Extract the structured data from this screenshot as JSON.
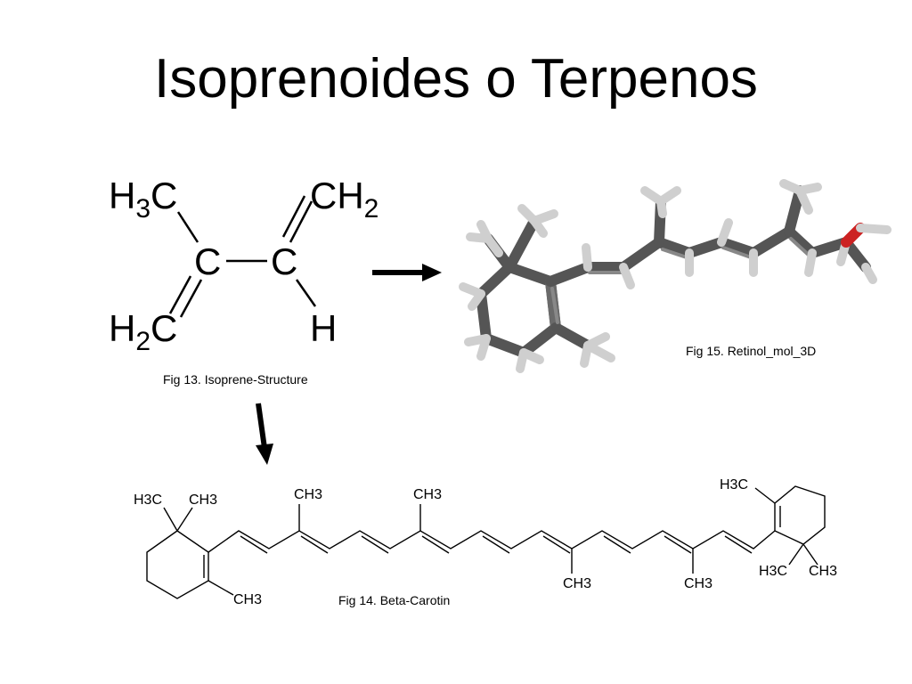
{
  "slide": {
    "title": "Isoprenoides o Terpenos"
  },
  "figures": {
    "isoprene": {
      "caption": "Fig 13. Isoprene-Structure",
      "atoms": {
        "h3c_left_main": "H",
        "h3c_left_sub": "3",
        "h3c_left_c": "C",
        "ch2_right_c": "CH",
        "ch2_right_sub": "2",
        "c_left": "C",
        "c_right": "C",
        "h2c_left_h": "H",
        "h2c_left_sub": "2",
        "h2c_left_c": "C",
        "h_right": "H"
      }
    },
    "retinol": {
      "caption": "Fig 15. Retinol_mol_3D"
    },
    "beta_carotene": {
      "caption": "Fig 14. Beta-Carotin",
      "labels": {
        "h3c_top_left": "H3C",
        "ch3_top_left": "CH3",
        "ch3_ring_left": "CH3",
        "ch3_chain_1": "CH3",
        "ch3_chain_2": "CH3",
        "ch3_chain_3": "CH3",
        "ch3_chain_4": "CH3",
        "h3c_ring_right": "H3C",
        "h3c_bottom_right": "H3C",
        "ch3_bottom_right": "CH3"
      }
    }
  },
  "colors": {
    "atom_carbon": "#666666",
    "atom_hydrogen": "#d9d9d9",
    "atom_oxygen": "#cc2222",
    "bond": "#000000"
  }
}
